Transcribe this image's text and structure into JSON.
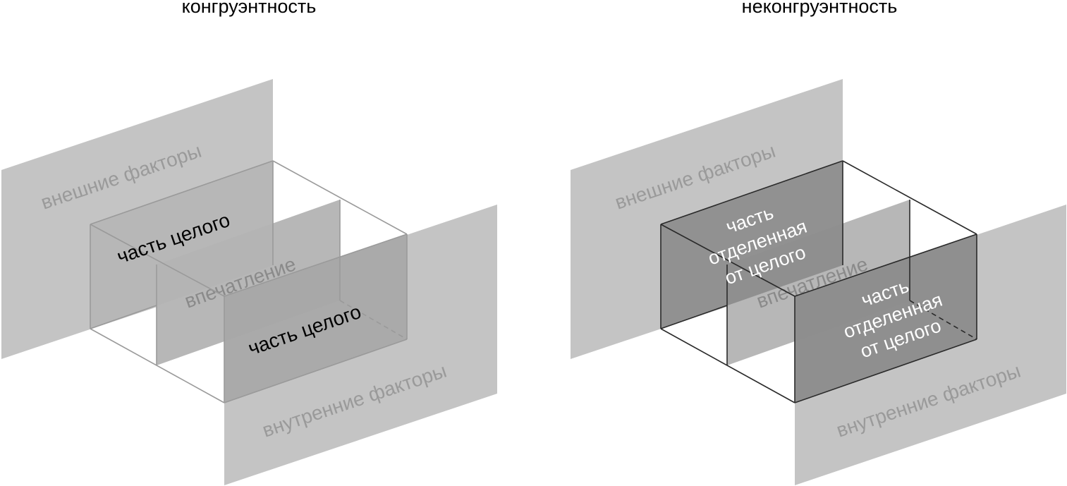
{
  "left": {
    "title": "конгруэнтность",
    "external_label": "внешние факторы",
    "internal_label": "внутренние факторы",
    "impression_label": "впечатление",
    "part_top": "часть целого",
    "part_bottom": "часть целого"
  },
  "right": {
    "title": "неконгруэнтность",
    "external_label": "внешние факторы",
    "internal_label": "внутренние факторы",
    "impression_label": "впечатление",
    "part_top": [
      "часть",
      "отделенная",
      "от целого"
    ],
    "part_bottom": [
      "часть",
      "отделенная",
      "от целого"
    ]
  },
  "colors": {
    "background_plane": "#c4c4c4",
    "impression_plane": "#b4b4b4",
    "part_plane_left": "#a9a9a9",
    "part_plane_right": "#8a8a8a",
    "edge_left": "#9a9a9a",
    "edge_right": "#2a2a2a"
  }
}
